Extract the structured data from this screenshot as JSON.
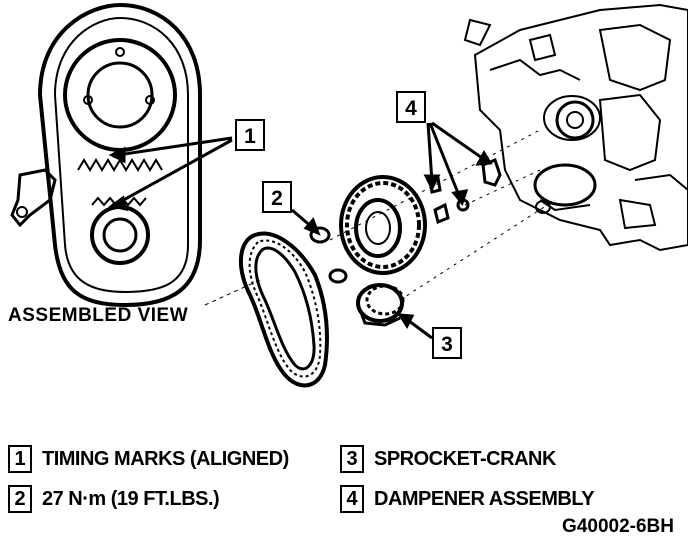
{
  "diagram": {
    "assembled_view_label": "ASSEMBLED VIEW",
    "callouts": [
      "1",
      "2",
      "3",
      "4"
    ]
  },
  "legend": [
    {
      "number": "1",
      "text": "TIMING MARKS (ALIGNED)"
    },
    {
      "number": "2",
      "text": "27 N·m (19 FT.LBS.)"
    },
    {
      "number": "3",
      "text": "SPROCKET-CRANK"
    },
    {
      "number": "4",
      "text": "DAMPENER ASSEMBLY"
    }
  ],
  "figure_code": "G40002-6BH"
}
